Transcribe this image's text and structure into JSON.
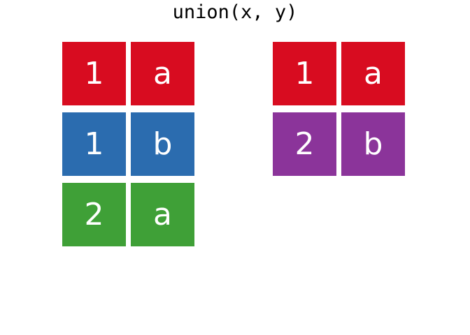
{
  "title": "union(x, y)",
  "background_color": "#ffffff",
  "text_color": "#ffffff",
  "palette": {
    "red": "#d80c20",
    "blue": "#2b6caf",
    "green": "#3fa037",
    "purple": "#8b349a"
  },
  "tables": [
    {
      "id": "left",
      "rows": [
        {
          "color": "#d80c20",
          "cells": [
            "1",
            "a"
          ]
        },
        {
          "color": "#2b6caf",
          "cells": [
            "1",
            "b"
          ]
        },
        {
          "color": "#3fa037",
          "cells": [
            "2",
            "a"
          ]
        }
      ]
    },
    {
      "id": "right",
      "rows": [
        {
          "color": "#d80c20",
          "cells": [
            "1",
            "a"
          ]
        },
        {
          "color": "#8b349a",
          "cells": [
            "2",
            "b"
          ]
        }
      ]
    }
  ]
}
